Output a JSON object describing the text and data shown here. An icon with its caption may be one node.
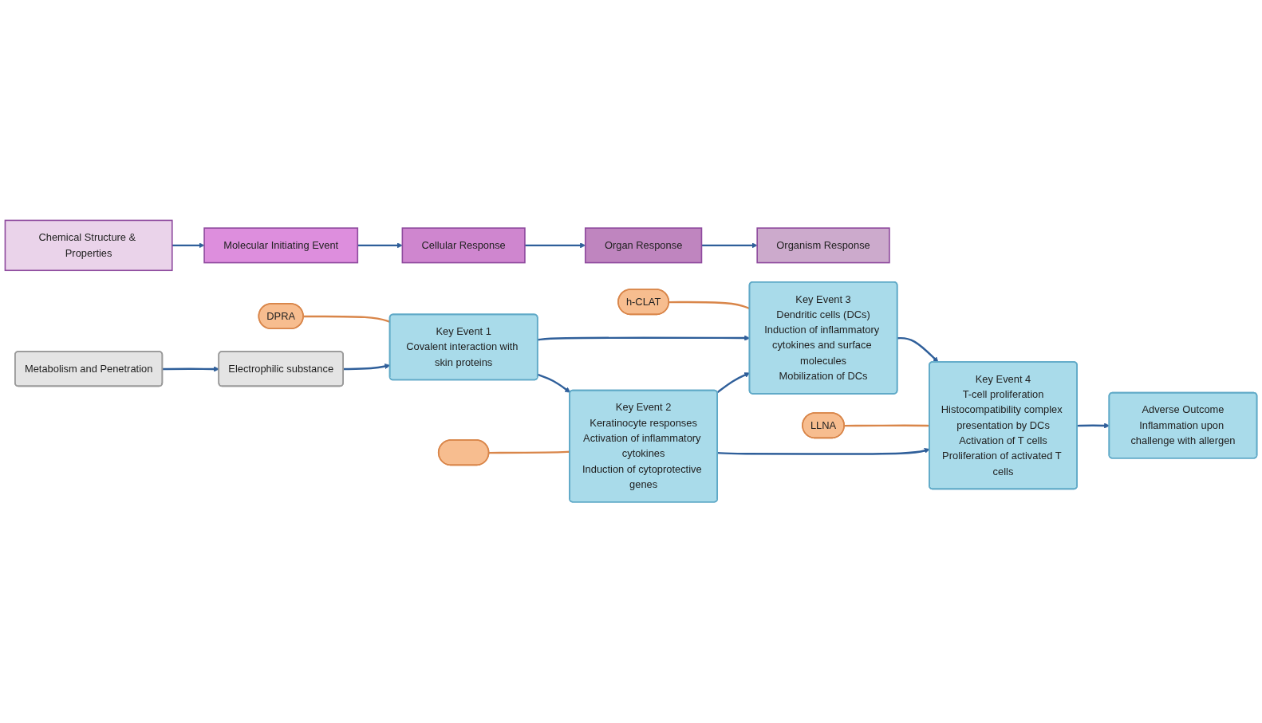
{
  "diagram": {
    "nodes": [
      {
        "text": [
          "Chemical Structure & Properties"
        ]
      },
      {
        "text": [
          "Molecular Initiating Event"
        ]
      },
      {
        "text": [
          "Cellular Response"
        ]
      },
      {
        "text": [
          "Organ Response"
        ]
      },
      {
        "text": [
          "Organism Response"
        ]
      },
      {
        "text": [
          "h-CLAT"
        ]
      },
      {
        "text": [
          "Key Event 3",
          "Dendritic cells (DCs)",
          "Induction of inflammatory cytokines and surface molecules",
          "Mobilization of DCs"
        ]
      },
      {
        "text": [
          "DPRA"
        ]
      },
      {
        "text": [
          "Metabolism and Penetration"
        ]
      },
      {
        "text": [
          "Key Event 1",
          "Covalent interaction with skin proteins"
        ]
      },
      {
        "text": [
          "Key Event 4",
          "T-cell proliferation",
          "Histocompatibility complex presentation by DCs",
          "Activation of T cells",
          "Proliferation of activated T cells"
        ]
      },
      {
        "text": [
          "Adverse Outcome",
          "Inflammation upon challenge with allergen"
        ]
      },
      {
        "text": [
          "Key Event 2",
          "Keratinocyte responses",
          "Activation of inflammatory cytokines",
          "Induction of cytoprotective genes"
        ]
      },
      {
        "text": [
          "Electrophilic substance"
        ]
      },
      {
        "text": [
          "LLNA"
        ]
      },
      {
        "text": [],
        "shape": "ellipse"
      }
    ],
    "edges": [
      {
        "from": 0,
        "to": 1,
        "arrow": "to"
      },
      {
        "from": 1,
        "to": 2,
        "arrow": "to"
      },
      {
        "from": 2,
        "to": 3,
        "arrow": "to"
      },
      {
        "from": 3,
        "to": 4,
        "arrow": "to"
      },
      {
        "from": 8,
        "to": 13,
        "arrow": "to"
      },
      {
        "from": 13,
        "to": 9,
        "arrow": "to"
      },
      {
        "from": 9,
        "to": 6,
        "arrow": "to"
      },
      {
        "from": 9,
        "to": 12,
        "arrow": "to"
      },
      {
        "from": 12,
        "to": 6,
        "arrow": "to"
      },
      {
        "from": 6,
        "to": 10,
        "arrow": "to"
      },
      {
        "from": 12,
        "to": 10,
        "arrow": "to"
      },
      {
        "from": 10,
        "to": 11,
        "arrow": "to"
      },
      {
        "from": 5,
        "to": 6,
        "arrow": "none",
        "color": "#d9864a"
      },
      {
        "from": 7,
        "to": 9,
        "arrow": "none",
        "color": "#d9864a"
      },
      {
        "from": 14,
        "to": 10,
        "arrow": "none",
        "color": "#d9864a"
      },
      {
        "from": 15,
        "to": 12,
        "arrow": "none",
        "color": "#d9864a"
      }
    ]
  }
}
